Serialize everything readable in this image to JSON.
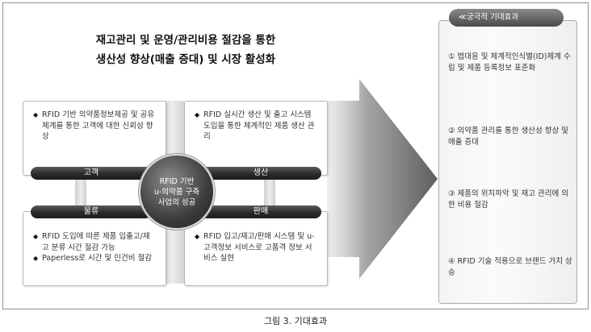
{
  "headline": [
    "재고관리 및 운영/관리비용 절감을 통한",
    "생산성 향상(매출 증대) 및 시장 활성화"
  ],
  "boxes": {
    "top_left": [
      "RFID 기반 의약품정보제공 및 공유 체계를 통한 고객에 대한 신뢰성 향상"
    ],
    "top_right": [
      "RFID 실시간 생산 및 출고 시스템 도입을 통한 체계적인 제품 생산 관리"
    ],
    "bottom_left": [
      "RFID 도입에 따른 제품 입출고/재고 분류 시간 절감 가능",
      "Paperless로 시간 및 인건비 절감"
    ],
    "bottom_right": [
      "RFID 입고/재고/판매 시스템 및 u-고객정보 서비스로 고품격 정보 서비스 실현"
    ]
  },
  "bars": {
    "customer": "고객",
    "production": "생산",
    "logistics": "물류",
    "sales": "판매"
  },
  "hub": [
    "RFID 기반",
    "u-의약품 구축",
    "사업의 성공"
  ],
  "panel": {
    "title": "≪궁극적 기대효과",
    "outcomes": [
      "① 법대응 및 체계적인식별(ID)체계 수립 및 제품 등록정보 표준화",
      "② 의약품 관리를 통한 생산성 향상 및 매출 증대",
      "③ 제품의 위치파악 및 재고 관리에 의한 비용 절감",
      "④ RFID 기술 적용으로 브랜드 가치 상승"
    ]
  },
  "caption": "그림 3. 기대효과",
  "colors": {
    "dark_bar": "#2a2a2a",
    "arrow": "#7a7a7a",
    "panel_head": "#5a5a5a"
  }
}
